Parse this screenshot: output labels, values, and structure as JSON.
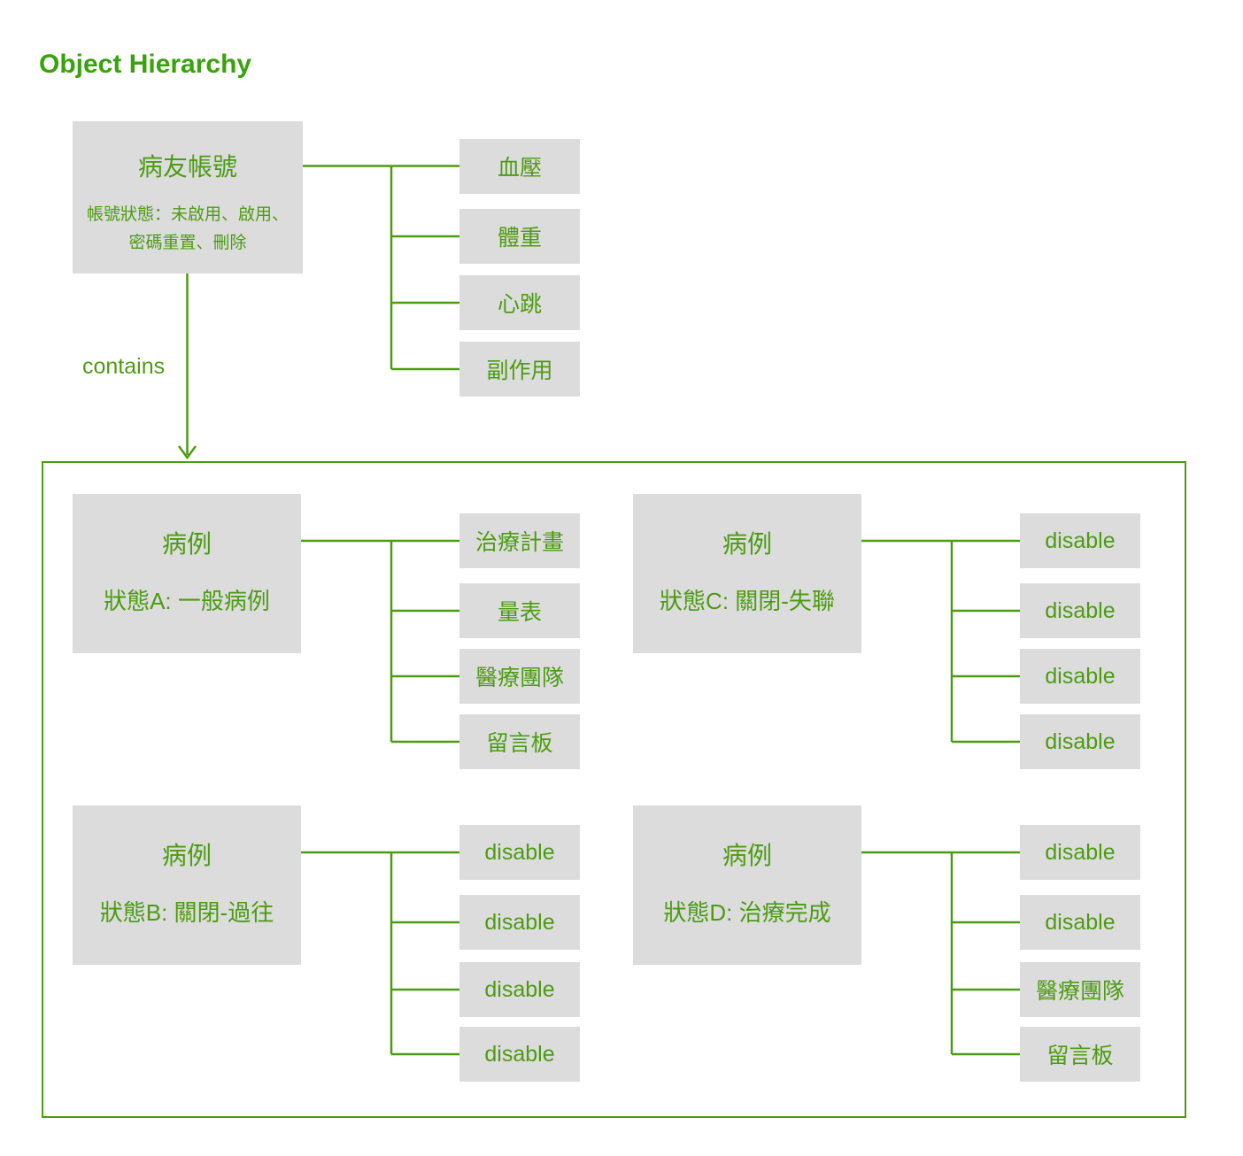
{
  "title": "Object Hierarchy",
  "contains_label": "contains",
  "colors": {
    "accent_green": "#4c9c12",
    "title_green": "#38a30c",
    "box_fill": "#dcdcdc"
  },
  "root": {
    "title": "病友帳號",
    "subtitle": "帳號狀態：未啟用、啟用、密碼重置、刪除",
    "children": [
      "血壓",
      "體重",
      "心跳",
      "副作用"
    ]
  },
  "groups": [
    {
      "title": "病例",
      "subtitle": "狀態A: 一般病例",
      "children": [
        "治療計畫",
        "量表",
        "醫療團隊",
        "留言板"
      ]
    },
    {
      "title": "病例",
      "subtitle": "狀態C: 關閉-失聯",
      "children": [
        "disable",
        "disable",
        "disable",
        "disable"
      ]
    },
    {
      "title": "病例",
      "subtitle": "狀態B: 關閉-過往",
      "children": [
        "disable",
        "disable",
        "disable",
        "disable"
      ]
    },
    {
      "title": "病例",
      "subtitle": "狀態D: 治療完成",
      "children": [
        "disable",
        "disable",
        "醫療團隊",
        "留言板"
      ]
    }
  ]
}
